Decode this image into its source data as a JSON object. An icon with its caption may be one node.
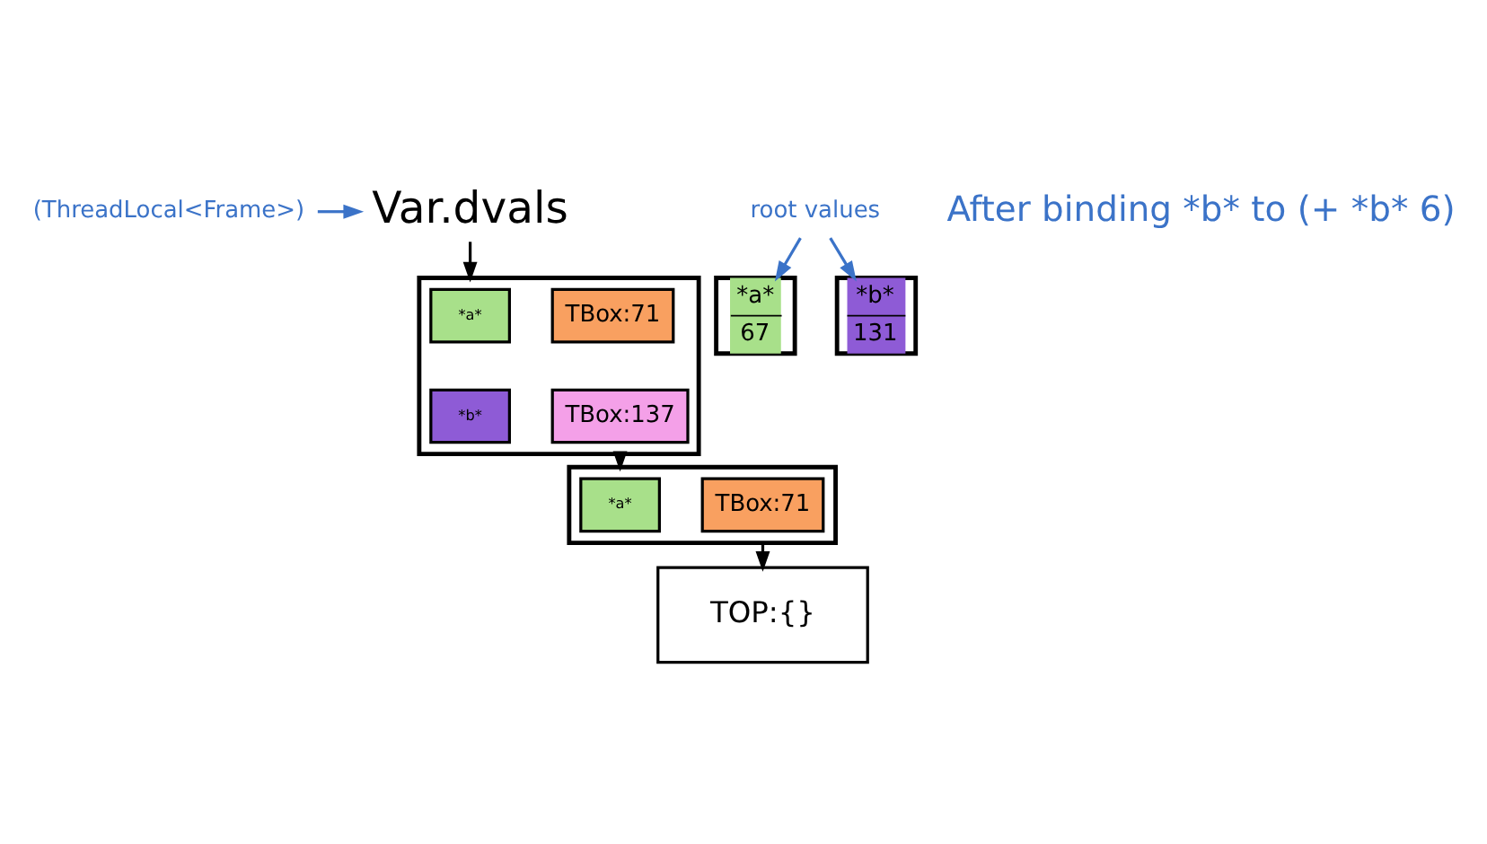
{
  "diagram": {
    "nodes": [
      {
        "text": [
          "Var.dvals"
        ]
      },
      {
        "text": [
          "(ThreadLocal<Frame>)"
        ]
      },
      {
        "text": [],
        "shape": "box"
      },
      {
        "text": [
          "*a*"
        ],
        "in": 2
      },
      {
        "text": [
          "TBox:71"
        ],
        "in": 2
      },
      {
        "text": [
          "*b*"
        ],
        "in": 2
      },
      {
        "text": [
          "TBox:137"
        ],
        "in": 2
      },
      {
        "text": [],
        "shape": "box"
      },
      {
        "text": [
          "*a*"
        ],
        "in": 7
      },
      {
        "text": [
          "TBox:71"
        ],
        "in": 7
      },
      {
        "text": [
          "TOP:{}"
        ]
      },
      {
        "text": [
          "*a*",
          "67"
        ]
      },
      {
        "text": [
          "*b*",
          "131"
        ]
      },
      {
        "text": [
          "root values"
        ]
      }
    ],
    "edges": [
      {
        "from": 1,
        "to": 0,
        "arrow": "to",
        "color": "#3b73c8"
      },
      {
        "from": 0,
        "to": 2,
        "arrow": "to",
        "color": "#000000"
      },
      {
        "from": 2,
        "to": 7,
        "arrow": "to",
        "color": "#000000"
      },
      {
        "from": 7,
        "to": 10,
        "arrow": "to",
        "color": "#000000"
      },
      {
        "from": 13,
        "to": 11,
        "arrow": "to",
        "color": "#3b73c8"
      },
      {
        "from": 13,
        "to": 12,
        "arrow": "to",
        "color": "#3b73c8"
      }
    ],
    "labels": [
      "After binding *b* to (+ *b* 6)"
    ]
  }
}
